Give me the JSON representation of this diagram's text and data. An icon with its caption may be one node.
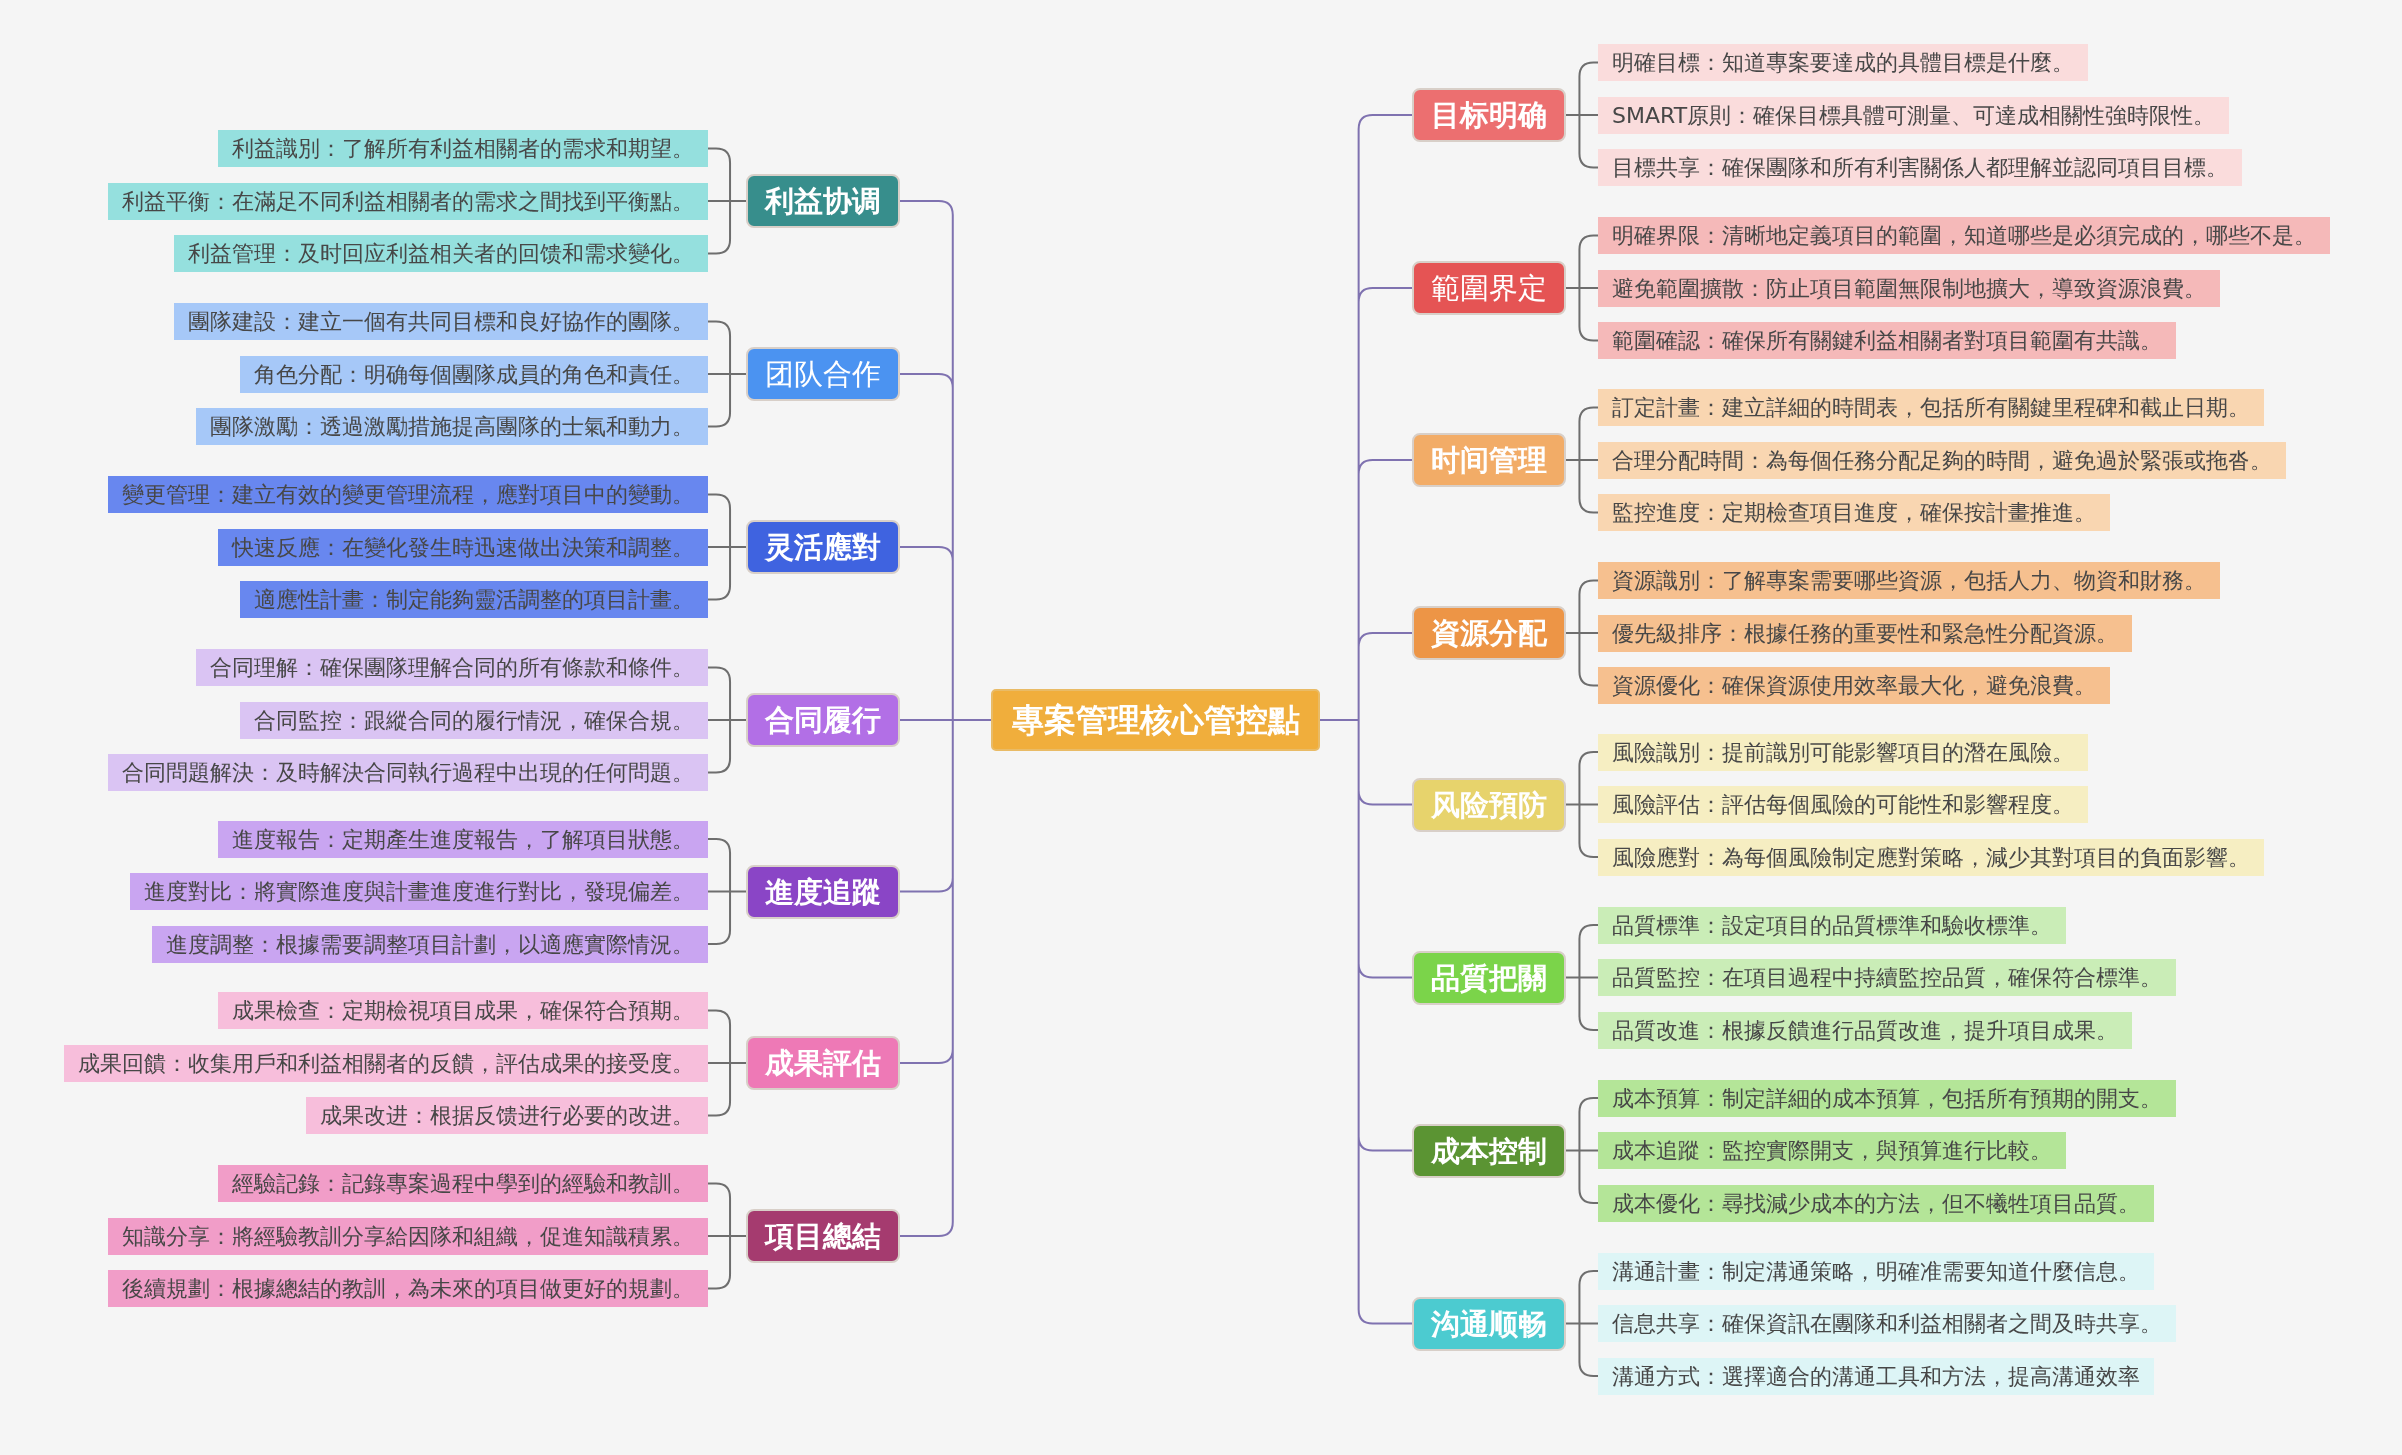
{
  "diagram": {
    "nodes": [
      {
        "text": [
          "專案管理核心管控點"
        ]
      },
      {
        "text": [
          "利益协调"
        ]
      },
      {
        "text": [
          "利益識別：了解所有利益相關者的需求和期望。"
        ]
      },
      {
        "text": [
          "利益平衡：在滿足不同利益相關者的需求之間找到平衡點。"
        ]
      },
      {
        "text": [
          "利益管理：及时回应利益相关者的回馈和需求變化。"
        ]
      },
      {
        "text": [
          "团队合作"
        ]
      },
      {
        "text": [
          "團隊建設：建立一個有共同目標和良好協作的團隊。"
        ]
      },
      {
        "text": [
          "角色分配：明确每個團隊成員的角色和責任。"
        ]
      },
      {
        "text": [
          "團隊激勵：透過激勵措施提高團隊的士氣和動力。"
        ]
      },
      {
        "text": [
          "灵活應對"
        ]
      },
      {
        "text": [
          "變更管理：建立有效的變更管理流程，應對項目中的變動。"
        ]
      },
      {
        "text": [
          "快速反應：在變化發生時迅速做出決策和調整。"
        ]
      },
      {
        "text": [
          "適應性計畫：制定能夠靈活調整的項目計畫。"
        ]
      },
      {
        "text": [
          "合同履行"
        ]
      },
      {
        "text": [
          "合同理解：確保團隊理解合同的所有條款和條件。"
        ]
      },
      {
        "text": [
          "合同監控：跟縱合同的履行情況，確保合規。"
        ]
      },
      {
        "text": [
          "合同問題解決：及時解決合同執行過程中出現的任何問題。"
        ]
      },
      {
        "text": [
          "進度追蹤"
        ]
      },
      {
        "text": [
          "進度報告：定期產生進度報告，了解項目狀態。"
        ]
      },
      {
        "text": [
          "進度對比：將實際進度與計畫進度進行對比，發現偏差。"
        ]
      },
      {
        "text": [
          "進度調整：根據需要調整項目計劃，以適應實際情況。"
        ]
      },
      {
        "text": [
          "成果評估"
        ]
      },
      {
        "text": [
          "成果檢查：定期檢視項目成果，確保符合預期。"
        ]
      },
      {
        "text": [
          "成果回饋：收集用戶和利益相關者的反饋，評估成果的接受度。"
        ]
      },
      {
        "text": [
          "成果改进：根据反馈进行必要的改进。"
        ]
      },
      {
        "text": [
          "項目總結"
        ]
      },
      {
        "text": [
          "經驗記錄：記錄專案過程中學到的經驗和教訓。"
        ]
      },
      {
        "text": [
          "知識分享：將經驗教訓分享給因隊和組織，促進知識積累。"
        ]
      },
      {
        "text": [
          "後續規劃：根據總結的教訓，為未來的項目做更好的規劃。"
        ]
      },
      {
        "text": [
          "目标明确"
        ]
      },
      {
        "text": [
          "明確目標：知道專案要達成的具體目標是什麼。"
        ]
      },
      {
        "text": [
          "SMART原則：確保目標具體可測量、可達成相關性強時限性。"
        ]
      },
      {
        "text": [
          "目標共享：確保團隊和所有利害關係人都理解並認同項目目標。"
        ]
      },
      {
        "text": [
          "範圍界定"
        ]
      },
      {
        "text": [
          "明確界限：清晰地定義項目的範圍，知道哪些是必須完成的，哪些不是。"
        ]
      },
      {
        "text": [
          "避免範圍擴散：防止項目範圍無限制地擴大，導致資源浪費。"
        ]
      },
      {
        "text": [
          "範圍確認：確保所有關鍵利益相關者對項目範圍有共識。"
        ]
      },
      {
        "text": [
          "时间管理"
        ]
      },
      {
        "text": [
          "訂定計畫：建立詳細的時間表，包括所有關鍵里程碑和截止日期。"
        ]
      },
      {
        "text": [
          "合理分配時間：為每個任務分配足夠的時間，避免過於緊張或拖沓。"
        ]
      },
      {
        "text": [
          "監控進度：定期檢查項目進度，確保按計畫推進。"
        ]
      },
      {
        "text": [
          "資源分配"
        ]
      },
      {
        "text": [
          "資源識別：了解專案需要哪些資源，包括人力、物資和財務。"
        ]
      },
      {
        "text": [
          "優先級排序：根據任務的重要性和緊急性分配資源。"
        ]
      },
      {
        "text": [
          "資源優化：確保資源使用效率最大化，避免浪費。"
        ]
      },
      {
        "text": [
          "风险預防"
        ]
      },
      {
        "text": [
          "風險識別：提前識別可能影響項目的潛在風險。"
        ]
      },
      {
        "text": [
          "風險評估：評估每個風險的可能性和影響程度。"
        ]
      },
      {
        "text": [
          "風險應對：為每個風險制定應對策略，減少其對項目的負面影響。"
        ]
      },
      {
        "text": [
          "品質把關"
        ]
      },
      {
        "text": [
          "品質標準：設定項目的品質標準和驗收標準。"
        ]
      },
      {
        "text": [
          "品質監控：在項目過程中持續監控品質，確保符合標準。"
        ]
      },
      {
        "text": [
          "品質改進：根據反饋進行品質改進，提升項目成果。"
        ]
      },
      {
        "text": [
          "成本控制"
        ]
      },
      {
        "text": [
          "成本預算：制定詳細的成本預算，包括所有預期的開支。"
        ]
      },
      {
        "text": [
          "成本追蹤：監控實際開支，與預算進行比較。"
        ]
      },
      {
        "text": [
          "成本優化：尋找減少成本的方法，但不犧牲項目品質。"
        ]
      },
      {
        "text": [
          "沟通顺畅"
        ]
      },
      {
        "text": [
          "溝通計畫：制定溝通策略，明確准需要知道什麼信息。"
        ]
      },
      {
        "text": [
          "信息共享：確保資訊在團隊和利益相關者之間及時共享。"
        ]
      },
      {
        "text": [
          "溝通方式：選擇適合的溝通工具和方法，提高溝通效率"
        ]
      }
    ],
    "edges": [
      {
        "from": 0,
        "to": 1,
        "arrow": "none",
        "color": "#7f72b0"
      },
      {
        "from": 1,
        "to": 2,
        "arrow": "none"
      },
      {
        "from": 1,
        "to": 3,
        "arrow": "none"
      },
      {
        "from": 1,
        "to": 4,
        "arrow": "none"
      },
      {
        "from": 0,
        "to": 5,
        "arrow": "none",
        "color": "#7f72b0"
      },
      {
        "from": 5,
        "to": 6,
        "arrow": "none"
      },
      {
        "from": 5,
        "to": 7,
        "arrow": "none"
      },
      {
        "from": 5,
        "to": 8,
        "arrow": "none"
      },
      {
        "from": 0,
        "to": 9,
        "arrow": "none",
        "color": "#7f72b0"
      },
      {
        "from": 9,
        "to": 10,
        "arrow": "none"
      },
      {
        "from": 9,
        "to": 11,
        "arrow": "none"
      },
      {
        "from": 9,
        "to": 12,
        "arrow": "none"
      },
      {
        "from": 0,
        "to": 13,
        "arrow": "none",
        "color": "#7f72b0"
      },
      {
        "from": 13,
        "to": 14,
        "arrow": "none"
      },
      {
        "from": 13,
        "to": 15,
        "arrow": "none"
      },
      {
        "from": 13,
        "to": 16,
        "arrow": "none"
      },
      {
        "from": 0,
        "to": 17,
        "arrow": "none",
        "color": "#7f72b0"
      },
      {
        "from": 17,
        "to": 18,
        "arrow": "none"
      },
      {
        "from": 17,
        "to": 19,
        "arrow": "none"
      },
      {
        "from": 17,
        "to": 20,
        "arrow": "none"
      },
      {
        "from": 0,
        "to": 21,
        "arrow": "none",
        "color": "#7f72b0"
      },
      {
        "from": 21,
        "to": 22,
        "arrow": "none"
      },
      {
        "from": 21,
        "to": 23,
        "arrow": "none"
      },
      {
        "from": 21,
        "to": 24,
        "arrow": "none"
      },
      {
        "from": 0,
        "to": 25,
        "arrow": "none",
        "color": "#7f72b0"
      },
      {
        "from": 25,
        "to": 26,
        "arrow": "none"
      },
      {
        "from": 25,
        "to": 27,
        "arrow": "none"
      },
      {
        "from": 25,
        "to": 28,
        "arrow": "none"
      },
      {
        "from": 0,
        "to": 29,
        "arrow": "none",
        "color": "#7f72b0"
      },
      {
        "from": 29,
        "to": 30,
        "arrow": "none"
      },
      {
        "from": 29,
        "to": 31,
        "arrow": "none"
      },
      {
        "from": 29,
        "to": 32,
        "arrow": "none"
      },
      {
        "from": 0,
        "to": 33,
        "arrow": "none",
        "color": "#7f72b0"
      },
      {
        "from": 33,
        "to": 34,
        "arrow": "none"
      },
      {
        "from": 33,
        "to": 35,
        "arrow": "none"
      },
      {
        "from": 33,
        "to": 36,
        "arrow": "none"
      },
      {
        "from": 0,
        "to": 37,
        "arrow": "none",
        "color": "#7f72b0"
      },
      {
        "from": 37,
        "to": 38,
        "arrow": "none"
      },
      {
        "from": 37,
        "to": 39,
        "arrow": "none"
      },
      {
        "from": 37,
        "to": 40,
        "arrow": "none"
      },
      {
        "from": 0,
        "to": 41,
        "arrow": "none",
        "color": "#7f72b0"
      },
      {
        "from": 41,
        "to": 42,
        "arrow": "none"
      },
      {
        "from": 41,
        "to": 43,
        "arrow": "none"
      },
      {
        "from": 41,
        "to": 44,
        "arrow": "none"
      },
      {
        "from": 0,
        "to": 45,
        "arrow": "none",
        "color": "#7f72b0"
      },
      {
        "from": 45,
        "to": 46,
        "arrow": "none"
      },
      {
        "from": 45,
        "to": 47,
        "arrow": "none"
      },
      {
        "from": 45,
        "to": 48,
        "arrow": "none"
      },
      {
        "from": 0,
        "to": 49,
        "arrow": "none",
        "color": "#7f72b0"
      },
      {
        "from": 49,
        "to": 50,
        "arrow": "none"
      },
      {
        "from": 49,
        "to": 51,
        "arrow": "none"
      },
      {
        "from": 49,
        "to": 52,
        "arrow": "none"
      },
      {
        "from": 0,
        "to": 53,
        "arrow": "none",
        "color": "#7f72b0"
      },
      {
        "from": 53,
        "to": 54,
        "arrow": "none"
      },
      {
        "from": 53,
        "to": 55,
        "arrow": "none"
      },
      {
        "from": 53,
        "to": 56,
        "arrow": "none"
      },
      {
        "from": 0,
        "to": 57,
        "arrow": "none",
        "color": "#7f72b0"
      },
      {
        "from": 57,
        "to": 58,
        "arrow": "none"
      },
      {
        "from": 57,
        "to": 59,
        "arrow": "none"
      },
      {
        "from": 57,
        "to": 60,
        "arrow": "none"
      }
    ]
  }
}
